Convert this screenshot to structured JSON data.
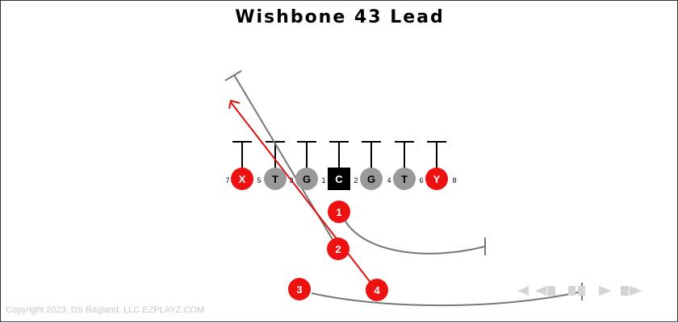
{
  "title": "Wishbone 43 Lead",
  "copyright": "Copyright 2023, DS Ragland, LLC EZPLAYZ.COM",
  "colors": {
    "offense_red": "#ee1111",
    "lineman_gray": "#999999",
    "center_black": "#000000",
    "route_gray": "#777777",
    "route_red": "#e01010",
    "control_gray": "#d4d4d4"
  },
  "linemen": [
    {
      "label": "X",
      "style": "red"
    },
    {
      "label": "T",
      "style": "gray"
    },
    {
      "label": "G",
      "style": "gray"
    },
    {
      "label": "C",
      "style": "center"
    },
    {
      "label": "G",
      "style": "gray"
    },
    {
      "label": "T",
      "style": "gray"
    },
    {
      "label": "Y",
      "style": "red"
    }
  ],
  "hole_numbers": [
    "7",
    "5",
    "3",
    "1",
    "2",
    "4",
    "6",
    "8"
  ],
  "backs": [
    {
      "label": "1"
    },
    {
      "label": "2"
    },
    {
      "label": "3"
    },
    {
      "label": "4"
    }
  ],
  "controls": [
    "rewind-icon",
    "step-back-icon",
    "pause-icon",
    "play-icon",
    "fast-forward-icon"
  ]
}
